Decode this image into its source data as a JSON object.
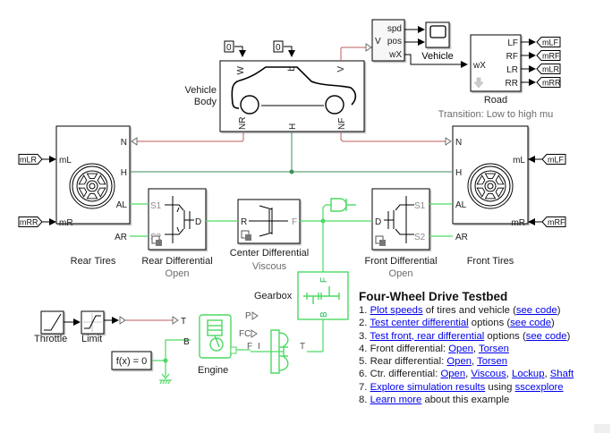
{
  "diagram": {
    "blocks": {
      "vehicle_body": {
        "label_line1": "Vehicle",
        "label_line2": "Body",
        "ports": {
          "W": "W",
          "b": "b",
          "V": "V",
          "NR": "NR",
          "H": "H",
          "NF": "NF"
        }
      },
      "const_w": {
        "value": "0"
      },
      "const_b": {
        "value": "0"
      },
      "vehicle_sensor": {
        "ports": {
          "in": "V",
          "spd": "spd",
          "pos": "pos",
          "wX": "wX"
        }
      },
      "scope": {
        "label": "Vehicle"
      },
      "road": {
        "label": "Road",
        "sublabel": "Transition: Low to high mu",
        "ports": {
          "wX": "wX",
          "LF": "LF",
          "RF": "RF",
          "LR": "LR",
          "RR": "RR"
        }
      },
      "road_tags": [
        "mLF",
        "mRF",
        "mLR",
        "mRR"
      ],
      "rear_tires": {
        "label": "Rear Tires",
        "ports": {
          "N": "N",
          "mL": "mL",
          "H": "H",
          "AL": "AL",
          "mR": "mR",
          "AR": "AR"
        }
      },
      "rear_tags": [
        "mLR",
        "mRR"
      ],
      "front_tires": {
        "label": "Front Tires",
        "ports": {
          "N": "N",
          "mL": "mL",
          "H": "H",
          "AL": "AL",
          "mR": "mR",
          "AR": "AR"
        }
      },
      "front_tags": [
        "mLF",
        "mRF"
      ],
      "rear_diff": {
        "label": "Rear Differential",
        "sublabel": "Open",
        "ports": {
          "S1": "S1",
          "S2": "S2",
          "D": "D"
        }
      },
      "center_diff": {
        "label": "Center Differential",
        "sublabel": "Viscous",
        "ports": {
          "R": "R",
          "F": "F"
        }
      },
      "front_diff": {
        "label": "Front Differential",
        "sublabel": "Open",
        "ports": {
          "S1": "S1",
          "S2": "S2",
          "D": "D"
        }
      },
      "gearbox": {
        "label": "Gearbox",
        "ports": {
          "F": "F",
          "B": "B"
        }
      },
      "throttle": {
        "label": "Throttle"
      },
      "limit": {
        "label": "Limit"
      },
      "engine": {
        "label": "Engine",
        "ports": {
          "T": "T",
          "B": "B",
          "P": "P",
          "FC": "FC",
          "F": "F"
        }
      },
      "torque_converter": {
        "ports": {
          "I": "I",
          "T": "T"
        }
      },
      "solver": {
        "label": "f(x) = 0"
      }
    },
    "colors": {
      "physical_line": "#4cd964",
      "vehicle_line": "#b85c5c",
      "hub_line": "#3f8f5a",
      "signal_line": "#000000",
      "link": "#0000ee"
    }
  },
  "panel": {
    "title": "Four-Wheel Drive Testbed",
    "items": [
      {
        "num": "1.",
        "parts": [
          {
            "t": "Plot speeds",
            "link": true
          },
          {
            "t": " of tires and vehicle (",
            "link": false
          },
          {
            "t": "see code",
            "link": true
          },
          {
            "t": ")",
            "link": false
          }
        ]
      },
      {
        "num": "2.",
        "parts": [
          {
            "t": "Test center differential",
            "link": true
          },
          {
            "t": " options (",
            "link": false
          },
          {
            "t": "see code",
            "link": true
          },
          {
            "t": ")",
            "link": false
          }
        ]
      },
      {
        "num": "3.",
        "parts": [
          {
            "t": "Test front, rear differential",
            "link": true
          },
          {
            "t": " options (",
            "link": false
          },
          {
            "t": "see code",
            "link": true
          },
          {
            "t": ")",
            "link": false
          }
        ]
      },
      {
        "num": "4.",
        "parts": [
          {
            "t": "Front differential: ",
            "link": false
          },
          {
            "t": "Open",
            "link": true
          },
          {
            "t": ", ",
            "link": false
          },
          {
            "t": "Torsen",
            "link": true
          }
        ]
      },
      {
        "num": "5.",
        "parts": [
          {
            "t": "Rear differential: ",
            "link": false
          },
          {
            "t": "Open",
            "link": true
          },
          {
            "t": ", ",
            "link": false
          },
          {
            "t": "Torsen",
            "link": true
          }
        ]
      },
      {
        "num": "6.",
        "parts": [
          {
            "t": "Ctr. differential: ",
            "link": false
          },
          {
            "t": "Open",
            "link": true
          },
          {
            "t": ", ",
            "link": false
          },
          {
            "t": "Viscous",
            "link": true
          },
          {
            "t": ", ",
            "link": false
          },
          {
            "t": "Lockup",
            "link": true
          },
          {
            "t": ", ",
            "link": false
          },
          {
            "t": "Shaft",
            "link": true
          }
        ]
      },
      {
        "num": "7.",
        "parts": [
          {
            "t": "Explore simulation results",
            "link": true
          },
          {
            "t": " using ",
            "link": false
          },
          {
            "t": "sscexplore",
            "link": true
          }
        ]
      },
      {
        "num": "8.",
        "parts": [
          {
            "t": "Learn more",
            "link": true
          },
          {
            "t": " about this example",
            "link": false
          }
        ]
      }
    ]
  }
}
